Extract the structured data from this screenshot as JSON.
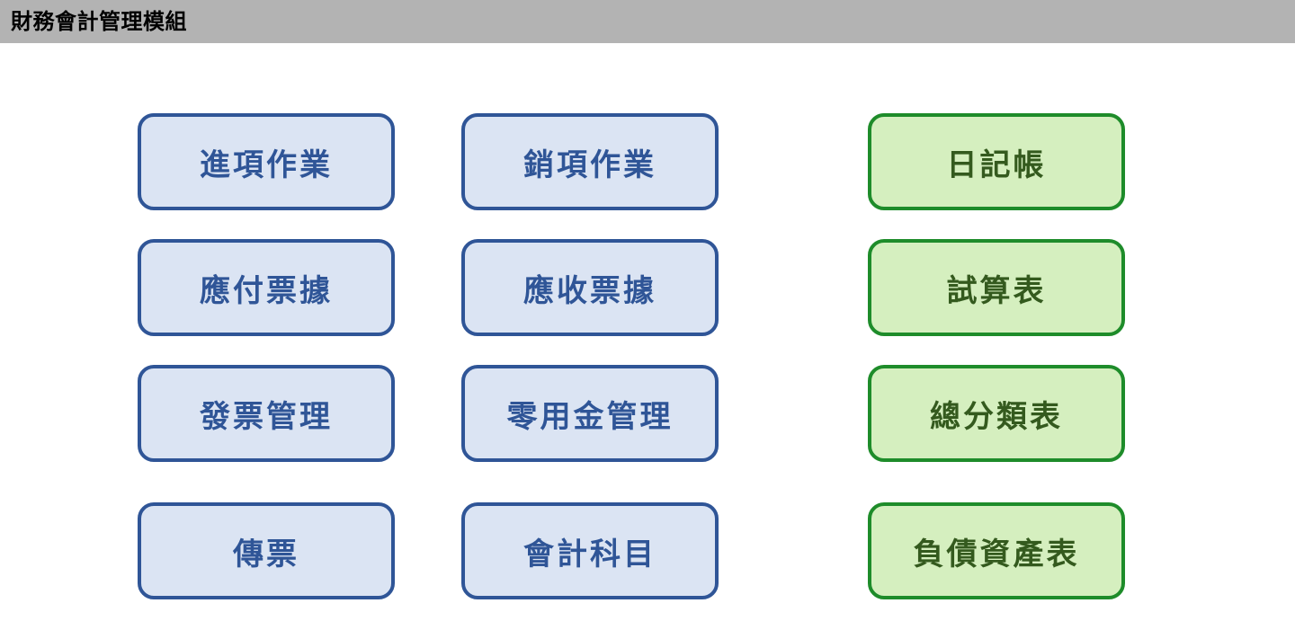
{
  "header": {
    "title": "財務會計管理模組"
  },
  "colors": {
    "header_bg": "#b3b3b3",
    "blue_fill": "#dbe4f3",
    "blue_border": "#2f5597",
    "green_fill": "#d5efbf",
    "green_border": "#1e8c2a"
  },
  "left_column": [
    {
      "label": "進項作業"
    },
    {
      "label": "應付票據"
    },
    {
      "label": "發票管理"
    },
    {
      "label": "傳票"
    }
  ],
  "middle_column": [
    {
      "label": "銷項作業"
    },
    {
      "label": "應收票據"
    },
    {
      "label": "零用金管理"
    },
    {
      "label": "會計科目"
    }
  ],
  "right_column": [
    {
      "label": "日記帳"
    },
    {
      "label": "試算表"
    },
    {
      "label": "總分類表"
    },
    {
      "label": "負債資產表"
    }
  ]
}
